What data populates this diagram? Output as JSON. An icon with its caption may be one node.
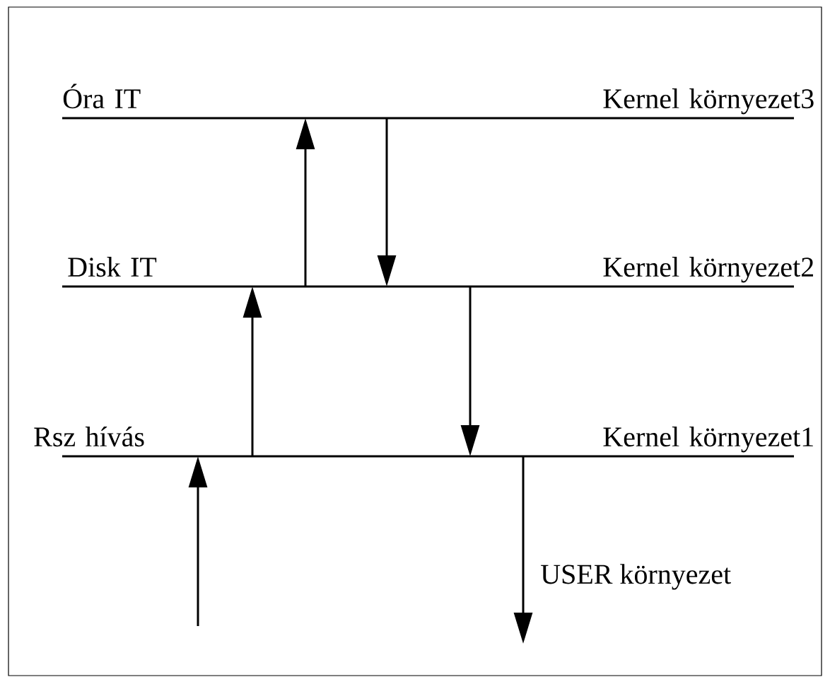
{
  "diagram": {
    "nodes": [
      {
        "text": [
          "Óra IT",
          "Kernel környezet3"
        ]
      },
      {
        "text": [
          "Disk IT",
          "Kernel környezet2"
        ]
      },
      {
        "text": [
          "Rsz hívás",
          "Kernel környezet1"
        ]
      }
    ],
    "edges": [
      {
        "from": null,
        "to": 2,
        "arrow": "to"
      },
      {
        "from": 2,
        "to": 1,
        "arrow": "to"
      },
      {
        "from": 1,
        "to": 0,
        "arrow": "to"
      },
      {
        "from": 0,
        "to": 1,
        "arrow": "to"
      },
      {
        "from": 1,
        "to": 2,
        "arrow": "to"
      },
      {
        "from": 2,
        "to": null,
        "arrow": "to",
        "label": "USER környezet"
      }
    ]
  }
}
